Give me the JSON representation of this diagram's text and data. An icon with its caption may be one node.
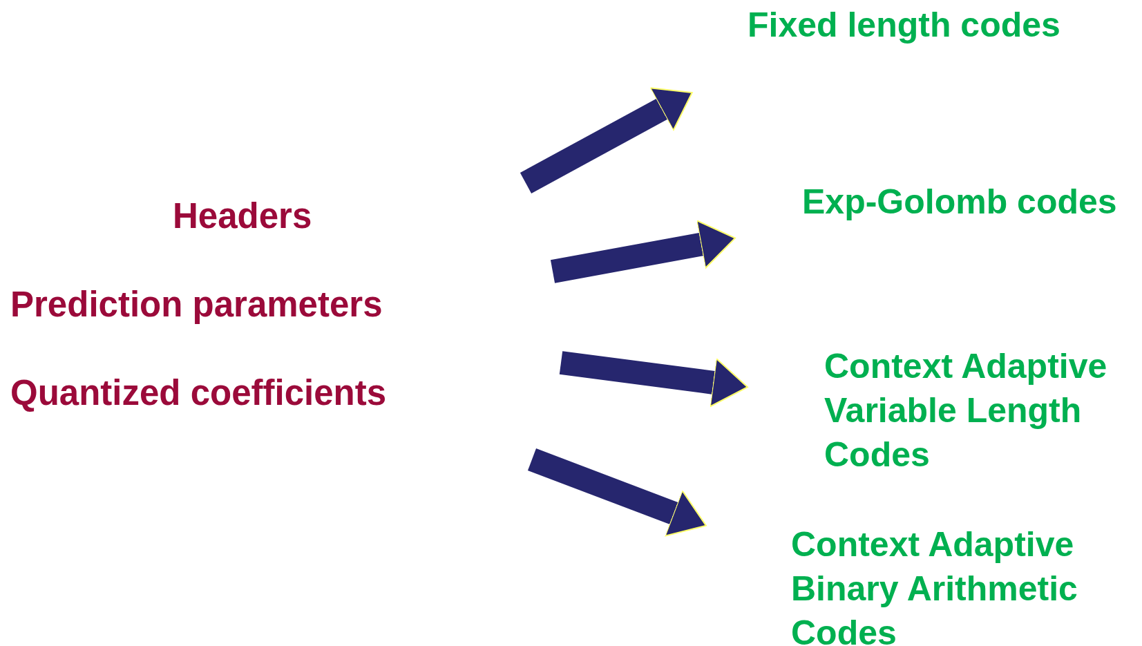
{
  "diagram": {
    "nodes": [
      {
        "text": [
          "Fixed length codes"
        ]
      },
      {
        "text": [
          "Exp-Golomb codes"
        ]
      },
      {
        "text": [
          "Context Adaptive Variable Length Codes"
        ]
      },
      {
        "text": [
          "Context Adaptive Binary Arithmetic Codes"
        ]
      }
    ],
    "edges": [
      {
        "from": null,
        "to": 0,
        "arrow": "to"
      },
      {
        "from": null,
        "to": 1,
        "arrow": "to"
      },
      {
        "from": null,
        "to": 2,
        "arrow": "to"
      },
      {
        "from": null,
        "to": 3,
        "arrow": "to"
      }
    ],
    "labels": [
      "Headers",
      "Prediction parameters",
      "Quantized coefficients"
    ]
  }
}
